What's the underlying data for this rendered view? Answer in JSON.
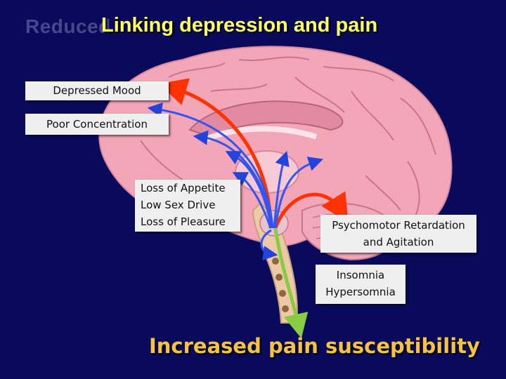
{
  "slide": {
    "ghost_title": "Reduced",
    "title": "Linking depression and pain",
    "labels": {
      "depressed_mood": "Depressed Mood",
      "poor_concentration": "Poor Concentration",
      "loss_of_appetite": "Loss of Appetite",
      "low_sex_drive": "Low Sex Drive",
      "loss_of_pleasure": "Loss of Pleasure",
      "psychomotor_line1": "Psychomotor Retardation",
      "psychomotor_line2": "and Agitation",
      "insomnia": "Insomnia",
      "hypersomnia": "Hypersomnia"
    },
    "bottom_text": "Increased pain susceptibility"
  },
  "colors": {
    "background": "#0a0a5c",
    "title": "#ffff66",
    "brain": "#f2a6b8",
    "arrow_red": "#ff3300",
    "arrow_blue": "#3355ee",
    "arrow_green": "#88cc44",
    "bottom_text": "#f5c242"
  }
}
